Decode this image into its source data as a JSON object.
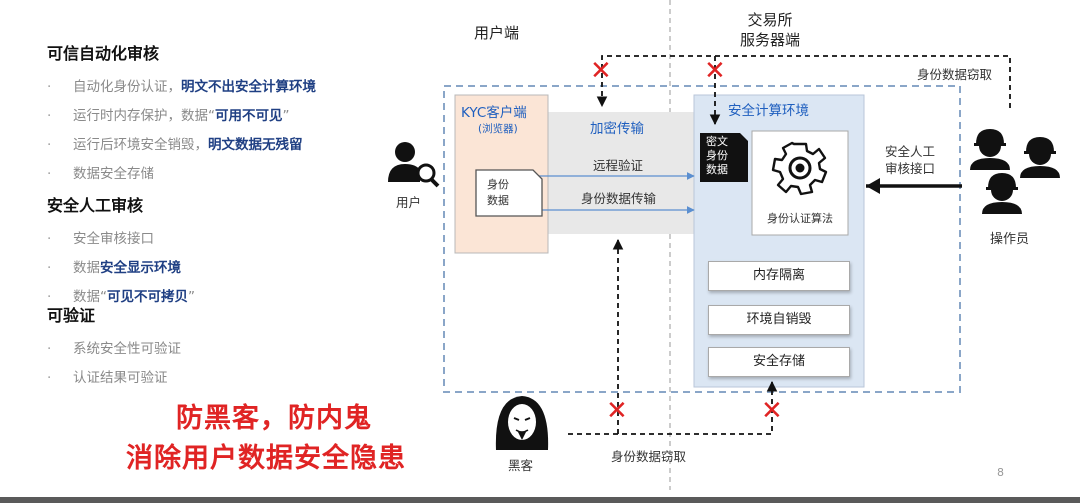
{
  "left": {
    "sections": [
      {
        "title": "可信自动化审核",
        "items": [
          {
            "pre": "自动化身份认证，",
            "bold": "明文不出安全计算环境",
            "post": ""
          },
          {
            "pre": "运行时内存保护，数据“",
            "bold": "可用不可见",
            "post": "”"
          },
          {
            "pre": "运行后环境安全销毁，",
            "bold": "明文数据无残留",
            "post": ""
          },
          {
            "pre": "数据安全存储",
            "bold": "",
            "post": ""
          }
        ]
      },
      {
        "title": "安全人工审核",
        "items": [
          {
            "pre": "安全审核接口",
            "bold": "",
            "post": ""
          },
          {
            "pre": "数据",
            "bold": "安全显示环境",
            "post": ""
          },
          {
            "pre": "数据“",
            "bold": "可见不可拷贝",
            "post": "”"
          }
        ]
      },
      {
        "title": "可验证",
        "items": [
          {
            "pre": "系统安全性可验证",
            "bold": "",
            "post": ""
          },
          {
            "pre": "认证结果可验证",
            "bold": "",
            "post": ""
          }
        ]
      }
    ],
    "bullet_char": "·",
    "slogan_line1": "防黑客，防内鬼",
    "slogan_line2": "消除用户数据安全隐患"
  },
  "diagram": {
    "user_side_label": "用户端",
    "server_side_label": "交易所\n服务器端",
    "user_label": "用户",
    "kyc_title": "KYC客户端",
    "kyc_sub": "(浏览器)",
    "identity_doc": "身份\n数据",
    "encrypted_channel": "加密传输",
    "remote_verify": "远程验证",
    "identity_transfer": "身份数据传输",
    "secure_env_title": "安全计算环境",
    "cipher_data": "密文\n身份\n数据",
    "auth_algorithm": "身份认证算法",
    "modules": [
      "内存隔离",
      "环境自销毁",
      "安全存储"
    ],
    "manual_interface": "安全人工\n审核接口",
    "operator_label": "操作员",
    "hacker_label": "黑客",
    "theft_top": "身份数据窃取",
    "theft_bottom": "身份数据窃取",
    "page_number": "8"
  },
  "colors": {
    "title_accent": "#1f3f83",
    "slogan_red": "#e02424",
    "kyc_fill": "#fbe5d6",
    "secure_fill": "#dbe6f3",
    "dashed_blue": "#8aa6c8",
    "arrow_blue": "#5b8fd0"
  }
}
